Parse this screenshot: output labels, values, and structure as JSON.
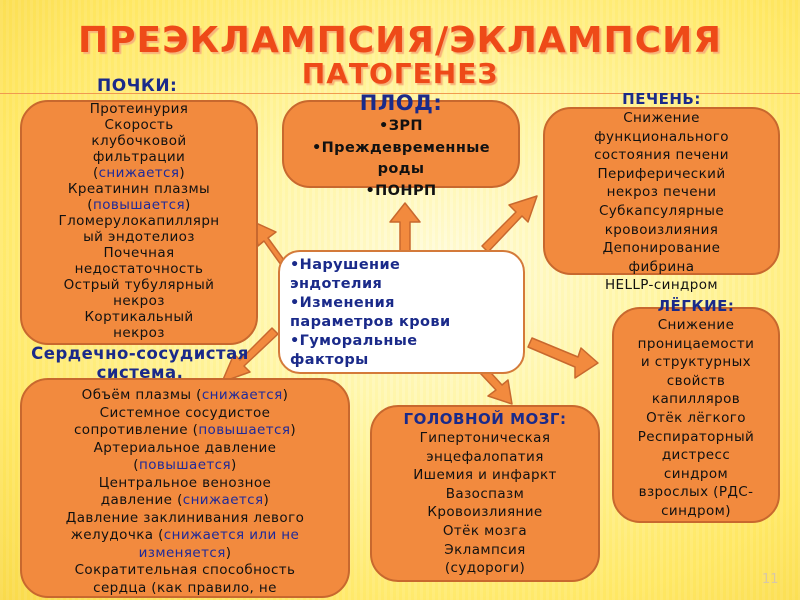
{
  "title": "ПРЕЭКЛАМПСИЯ/ЭКЛАМПСИЯ",
  "subtitle": "ПАТОГЕНЕЗ",
  "page_number": "11",
  "colors": {
    "accent": "#ee4a18",
    "box": "#f28a3e",
    "heading": "#1a2a8a"
  },
  "kidneys": {
    "heading": "ПОЧКИ:",
    "lines": [
      [
        {
          "t": "Протеинурия"
        }
      ],
      [
        {
          "t": "Скорость"
        }
      ],
      [
        {
          "t": "клубочковой"
        }
      ],
      [
        {
          "t": "фильтрации"
        }
      ],
      [
        {
          "t": "("
        },
        {
          "t": "снижается",
          "hl": true
        },
        {
          "t": ")"
        }
      ],
      [
        {
          "t": "Креатинин плазмы"
        }
      ],
      [
        {
          "t": "("
        },
        {
          "t": "повышается",
          "hl": true
        },
        {
          "t": ")"
        }
      ],
      [
        {
          "t": "Гломерулокапиллярн"
        }
      ],
      [
        {
          "t": "ый эндотелиоз"
        }
      ],
      [
        {
          "t": "Почечная"
        }
      ],
      [
        {
          "t": "недостаточность"
        }
      ],
      [
        {
          "t": "Острый тубулярный"
        }
      ],
      [
        {
          "t": "некроз"
        }
      ],
      [
        {
          "t": "Кортикальный"
        }
      ],
      [
        {
          "t": "некроз"
        }
      ]
    ]
  },
  "fetus": {
    "heading": "ПЛОД:",
    "lines": [
      [
        {
          "t": "•ЗРП"
        }
      ],
      [
        {
          "t": "•Преждевременные"
        }
      ],
      [
        {
          "t": "роды"
        }
      ],
      [
        {
          "t": "•ПОНРП"
        }
      ]
    ]
  },
  "liver": {
    "heading": "ПЕЧЕНЬ:",
    "lines": [
      [
        {
          "t": "Снижение"
        }
      ],
      [
        {
          "t": "функционального"
        }
      ],
      [
        {
          "t": "состояния печени"
        }
      ],
      [
        {
          "t": "Периферический"
        }
      ],
      [
        {
          "t": "некроз печени"
        }
      ],
      [
        {
          "t": "Субкапсулярные"
        }
      ],
      [
        {
          "t": "кровоизлияния"
        }
      ],
      [
        {
          "t": "Депонирование"
        }
      ],
      [
        {
          "t": "фибрина"
        }
      ],
      [
        {
          "t": "HELLP-синдром"
        }
      ]
    ]
  },
  "center": {
    "lines": [
      "•Нарушение",
      "эндотелия",
      "•Изменения",
      "параметров крови",
      "•Гуморальные",
      "факторы"
    ]
  },
  "lungs": {
    "heading": "ЛЁГКИЕ:",
    "lines": [
      [
        {
          "t": "Снижение"
        }
      ],
      [
        {
          "t": "проницаемости"
        }
      ],
      [
        {
          "t": "и структурных"
        }
      ],
      [
        {
          "t": "свойств"
        }
      ],
      [
        {
          "t": "капилляров"
        }
      ],
      [
        {
          "t": "Отёк лёгкого"
        }
      ],
      [
        {
          "t": "Респираторный"
        }
      ],
      [
        {
          "t": "дистресс"
        }
      ],
      [
        {
          "t": "синдром"
        }
      ],
      [
        {
          "t": "взрослых (РДС-"
        }
      ],
      [
        {
          "t": "синдром)"
        }
      ]
    ]
  },
  "cardio": {
    "heading_1": "Сердечно-сосудистая",
    "heading_2": "система.",
    "lines": [
      [
        {
          "t": "Объём плазмы ("
        },
        {
          "t": "снижается",
          "hl": true
        },
        {
          "t": ")"
        }
      ],
      [
        {
          "t": "Системное сосудистое"
        }
      ],
      [
        {
          "t": "сопротивление ("
        },
        {
          "t": "повышается",
          "hl": true
        },
        {
          "t": ")"
        }
      ],
      [
        {
          "t": "Артериальное давление"
        }
      ],
      [
        {
          "t": "("
        },
        {
          "t": "повышается",
          "hl": true
        },
        {
          "t": ")"
        }
      ],
      [
        {
          "t": "Центральное венозное"
        }
      ],
      [
        {
          "t": "давление ("
        },
        {
          "t": "снижается",
          "hl": true
        },
        {
          "t": ")"
        }
      ],
      [
        {
          "t": "Давление заклинивания левого"
        }
      ],
      [
        {
          "t": "желудочка ("
        },
        {
          "t": "снижается или не",
          "hl": true
        }
      ],
      [
        {
          "t": "изменяется",
          "hl": true
        },
        {
          "t": ")"
        }
      ],
      [
        {
          "t": "Сократительная способность"
        }
      ],
      [
        {
          "t": "сердца (как правило, не"
        }
      ]
    ]
  },
  "brain": {
    "heading": "ГОЛОВНОЙ МОЗГ:",
    "lines": [
      [
        {
          "t": "Гипертоническая"
        }
      ],
      [
        {
          "t": "энцефалопатия"
        }
      ],
      [
        {
          "t": "Ишемия и инфаркт"
        }
      ],
      [
        {
          "t": "Вазоспазм"
        }
      ],
      [
        {
          "t": "Кровоизлияние"
        }
      ],
      [
        {
          "t": "Отёк мозга"
        }
      ],
      [
        {
          "t": "Эклампсия"
        }
      ],
      [
        {
          "t": "(судороги)"
        }
      ]
    ]
  }
}
